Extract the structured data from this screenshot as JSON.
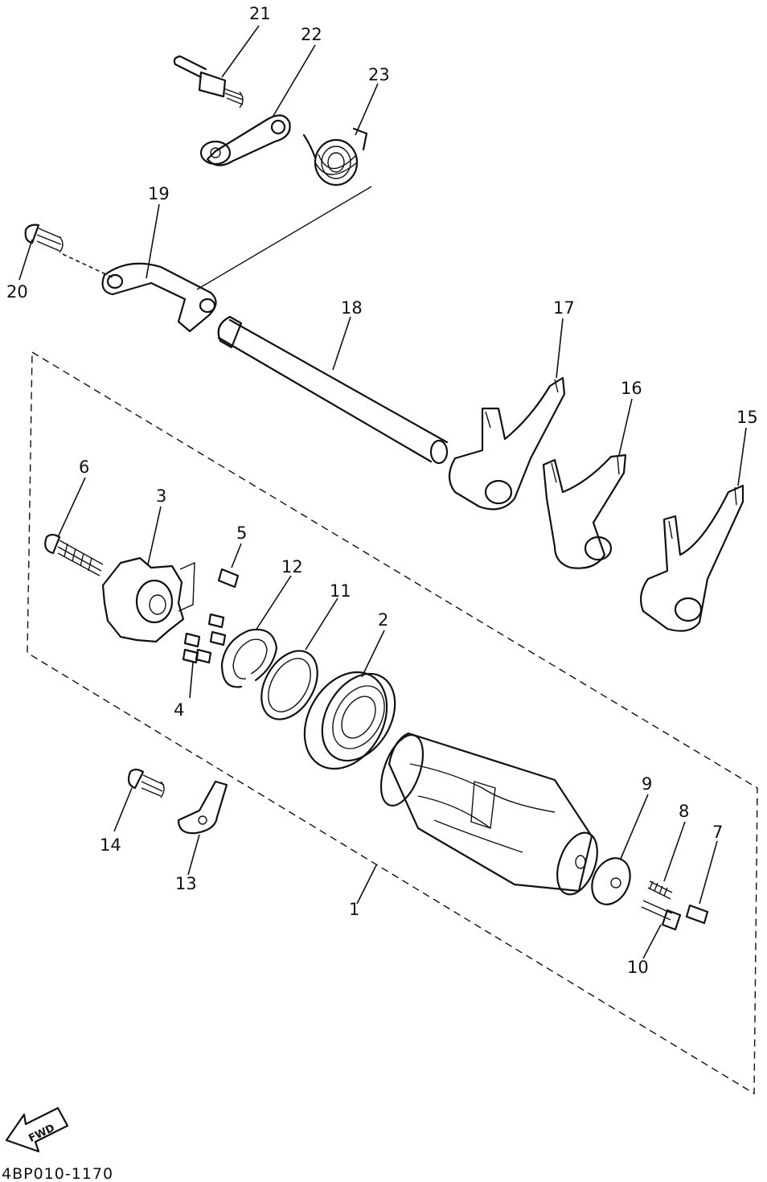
{
  "diagram": {
    "code": "4BP010-1170",
    "fwd_label": "FWD",
    "callouts": [
      "1",
      "2",
      "3",
      "4",
      "5",
      "6",
      "7",
      "8",
      "9",
      "10",
      "11",
      "12",
      "13",
      "14",
      "15",
      "16",
      "17",
      "18",
      "19",
      "20",
      "21",
      "22",
      "23"
    ]
  }
}
